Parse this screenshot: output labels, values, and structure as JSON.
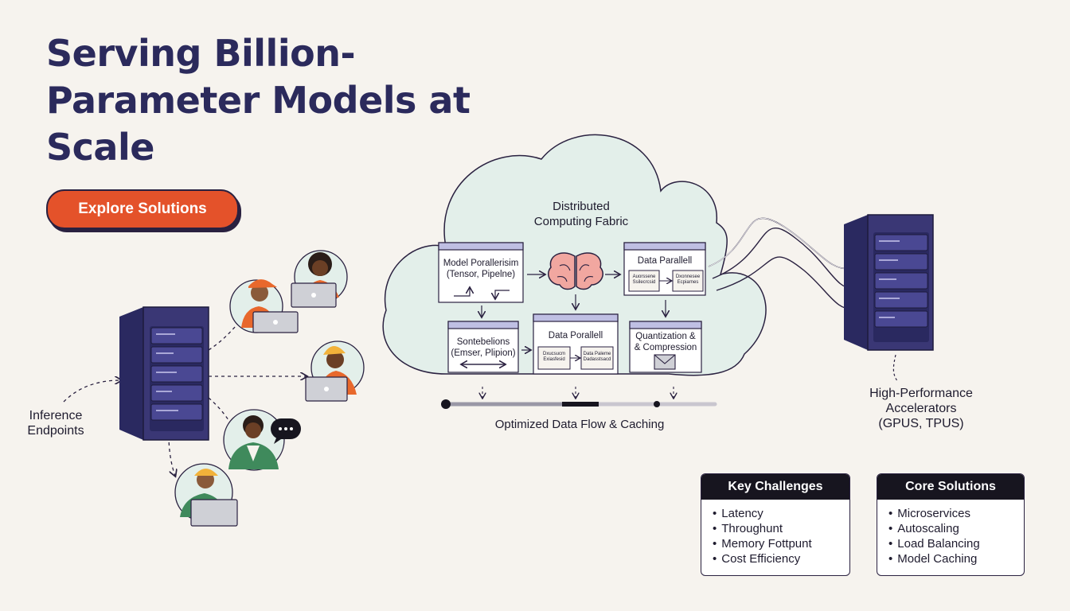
{
  "header": {
    "title": "Serving Billion-Parameter Models at Scale"
  },
  "cta": {
    "label": "Explore Solutions"
  },
  "left": {
    "inference_label_line1": "Inference",
    "inference_label_line2": "Endpoints"
  },
  "cloud": {
    "title_line1": "Distributed",
    "title_line2": "Computing Fabric",
    "panels": {
      "model_parallel": {
        "line1": "Model Porallerisim",
        "line2": "(Tensor, Pipelne)"
      },
      "data_parallel_top": {
        "title": "Data Parallell",
        "box1_line1": "Auorssene",
        "box1_line2": "Ssilecrcsid",
        "box2_line1": "Dxonnesee",
        "box2_line2": "Ecpiarnes"
      },
      "sontebelions": {
        "line1": "Sontebelions",
        "line2": "(Emser, Plipion)"
      },
      "data_parallel_mid": {
        "title": "Data Porallell",
        "box1_line1": "Dxucsucm",
        "box1_line2": "Exiasfesid",
        "box2_line1": "Data Paleme",
        "box2_line2": "Dadasstsacd"
      },
      "quantization": {
        "line1": "Quantization &",
        "line2": "& Compression"
      }
    },
    "flow_label": "Optimized Data Flow & Caching"
  },
  "right": {
    "accel_line1": "High-Performance",
    "accel_line2": "Accelerators",
    "accel_line3": "(GPUS, TPUS)"
  },
  "cards": {
    "challenges": {
      "title": "Key Challenges",
      "items": [
        "Latency",
        "Throughunt",
        "Memory Fottpunt",
        "Cost Efficiency"
      ]
    },
    "solutions": {
      "title": "Core Solutions",
      "items": [
        "Microservices",
        "Autoscaling",
        "Load Balancing",
        "Model Caching"
      ]
    }
  },
  "icons": {
    "servers": [
      "server-rack-icon",
      "accelerator-rack-icon"
    ],
    "brain": "brain-icon",
    "envelope": "envelope-icon",
    "speech": "speech-bubble-icon"
  },
  "colors": {
    "title": "#2b2a5c",
    "cta": "#e4522a",
    "server": "#3a3775",
    "cloud": "#e3efea",
    "orange": "#e8682c",
    "yellow": "#f2b23a"
  }
}
